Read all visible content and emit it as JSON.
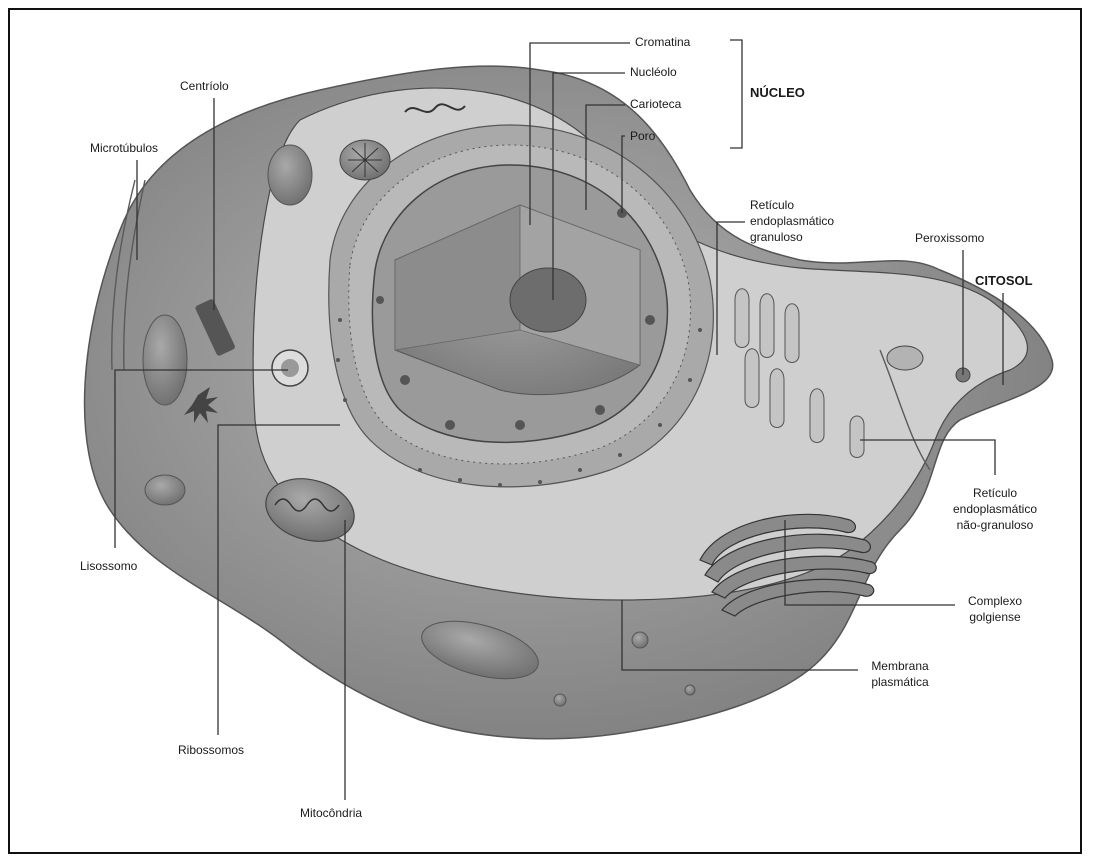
{
  "labels": {
    "cromatina": "Cromatina",
    "nucleolo": "Nucléolo",
    "carioteca": "Carioteca",
    "poro": "Poro",
    "nucleo": "NÚCLEO",
    "centriolo": "Centríolo",
    "microtubulos": "Microtúbulos",
    "reticulo_granuloso": [
      "Retículo",
      "endoplasmático",
      "granuloso"
    ],
    "peroxissomo": "Peroxissomo",
    "citosol": "CITOSOL",
    "reticulo_nao_granuloso": [
      "Retículo",
      "endoplasmático",
      "não-granuloso"
    ],
    "complexo_golgiense": [
      "Complexo",
      "golgiense"
    ],
    "membrana_plasmatica": [
      "Membrana",
      "plasmática"
    ],
    "lisossomo": "Lisossomo",
    "ribossomos": "Ribossomos",
    "mitocondria": "Mitocôndria"
  },
  "colors": {
    "cell_fill": "#9b9b9b",
    "cell_shade": "#7e7e7e",
    "cytosol_fill": "#c9c9c9",
    "nucleus_fill": "#8a8a8a",
    "nucleus_inner": "#a2a2a2",
    "leader_line": "#333333"
  }
}
